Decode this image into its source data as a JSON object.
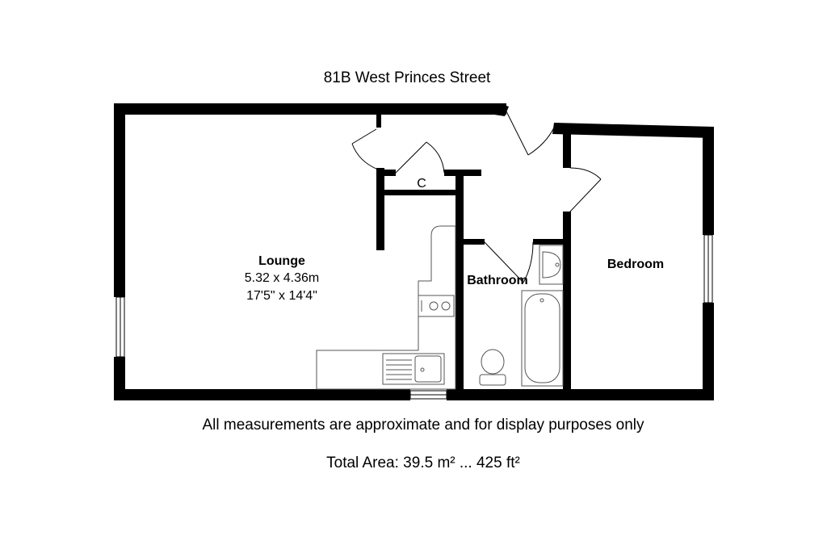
{
  "title": "81B West Princes Street",
  "rooms": {
    "lounge": {
      "name": "Lounge",
      "metric": "5.32 x 4.36m",
      "imperial": "17'5\" x 14'4\""
    },
    "bathroom": {
      "name": "Bathroom"
    },
    "bedroom": {
      "name": "Bedroom"
    },
    "cupboard": {
      "name": "C"
    }
  },
  "footer": {
    "disclaimer": "All measurements are approximate and for display purposes only",
    "total_area": "Total Area: 39.5 m² ... 425 ft²"
  },
  "colors": {
    "wall": "#000000",
    "fixture": "#555555",
    "background": "#ffffff"
  }
}
